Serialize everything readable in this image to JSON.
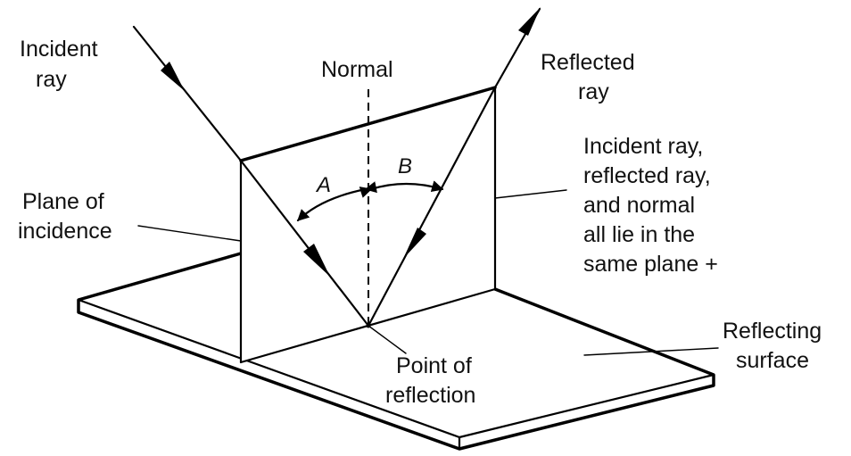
{
  "labels": {
    "incident_ray": [
      "Incident",
      "ray"
    ],
    "normal": "Normal",
    "reflected_ray": [
      "Reflected",
      "ray"
    ],
    "angle_a": "A",
    "angle_b": "B",
    "plane_of_incidence": [
      "Plane of",
      "incidence"
    ],
    "same_plane_note": [
      "Incident ray,",
      "reflected ray,",
      "and normal",
      "all lie in the",
      "same plane +"
    ],
    "reflecting_surface": [
      "Reflecting",
      "surface"
    ],
    "point_of_reflection": [
      "Point of",
      "reflection"
    ]
  }
}
